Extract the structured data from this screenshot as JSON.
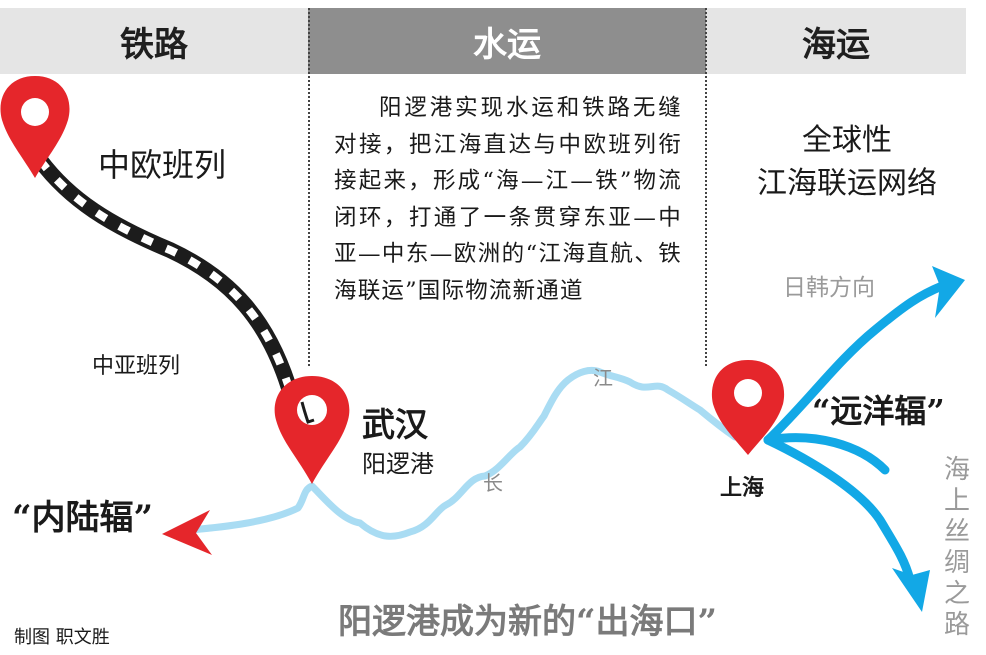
{
  "header": {
    "rail": "铁路",
    "water": "水运",
    "sea": "海运"
  },
  "water_text": "阳逻港实现水运和铁路无缝对接，把江海直达与中欧班列衔接起来，形成“海—江—铁”物流闭环，打通了一条贯穿东亚—中亚—中东—欧洲的“江海直航、铁海联运”国际物流新通道",
  "labels": {
    "china_europe_train": "中欧班列",
    "central_asia_train": "中亚班列",
    "wuhan": "武汉",
    "yangluo_port": "阳逻港",
    "inland_radiation": "“内陆辐”",
    "river_jiang": "江",
    "river_chang": "长",
    "shanghai": "上海",
    "global_network_line1": "全球性",
    "global_network_line2": "江海联运网络",
    "japan_korea_direction": "日韩方向",
    "ocean_radiation": "“远洋辐”",
    "maritime_silk_road": "海上丝绸之路",
    "main_title": "阳逻港成为新的“出海口”",
    "credit": "制图  职文胜"
  },
  "colors": {
    "pin_red": "#e5262b",
    "river_blue": "#a9dcf3",
    "ocean_blue": "#12a8e6",
    "rail_black": "#1c1c1c",
    "header_gray": "#8e8e8e",
    "header_light": "#e5e5e5"
  }
}
